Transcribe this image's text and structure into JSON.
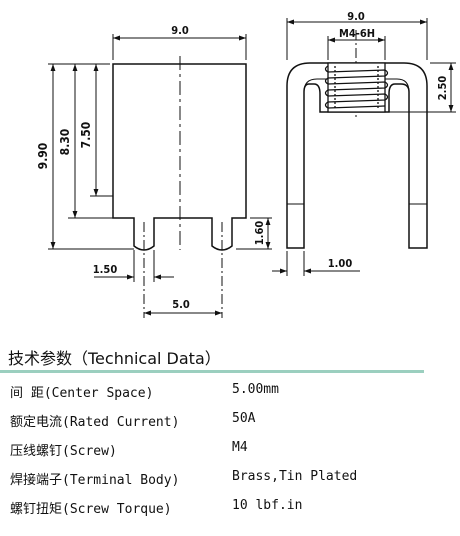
{
  "drawing": {
    "front_view": {
      "width_label": "9.0",
      "overall_height_label": "9.90",
      "body_height_label": "8.30",
      "inner_height_label": "7.50",
      "leg_height_label": "1.60",
      "leg_width_label": "1.50",
      "leg_pitch_label": "5.0"
    },
    "side_view": {
      "width_label": "9.0",
      "thread_label": "M4-6H",
      "thread_height_label": "2.50",
      "thickness_label": "1.00"
    }
  },
  "tech_data": {
    "title": "技术参数（Technical Data）",
    "rows": [
      {
        "label": "间  距(Center Space)",
        "value": "5.00mm"
      },
      {
        "label": "额定电流(Rated Current)",
        "value": " 50A"
      },
      {
        "label": "压线螺钉(Screw)",
        "value": "M4"
      },
      {
        "label": "焊接端子(Terminal Body)",
        "value": "Brass,Tin Plated"
      },
      {
        "label": "螺钉扭矩(Screw Torque)",
        "value": " 10 lbf.in"
      }
    ]
  },
  "colors": {
    "title_rule": "#9bcfbf",
    "line": "#111111"
  }
}
